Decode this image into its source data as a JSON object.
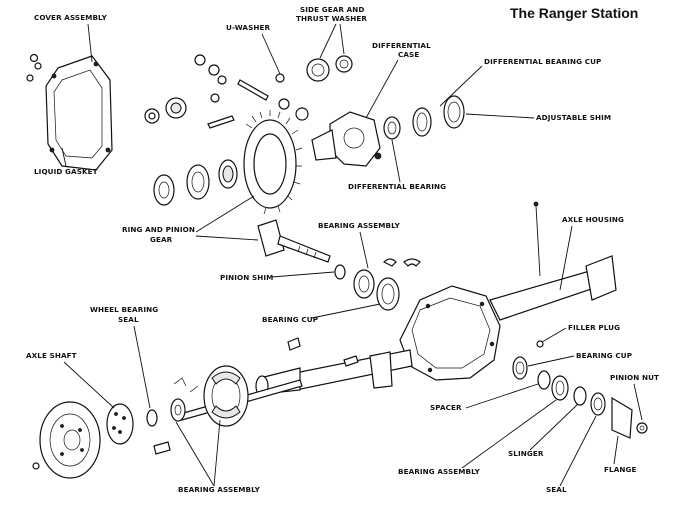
{
  "title": "The Ranger Station",
  "labels": {
    "cover_assembly": "COVER ASSEMBLY",
    "liquid_gasket": "LIQUID GASKET",
    "u_washer": "U-WASHER",
    "side_gear_line1": "SIDE GEAR AND",
    "side_gear_line2": "THRUST WASHER",
    "differential_case_line1": "DIFFERENTIAL",
    "differential_case_line2": "CASE",
    "differential_bearing_cup": "DIFFERENTIAL BEARING CUP",
    "adjustable_shim": "ADJUSTABLE SHIM",
    "differential_bearing": "DIFFERENTIAL BEARING",
    "ring_pinion_line1": "RING AND PINION",
    "ring_pinion_line2": "GEAR",
    "bearing_assembly_top": "BEARING ASSEMBLY",
    "axle_housing": "AXLE HOUSING",
    "pinion_shim": "PINION SHIM",
    "bearing_cup_left": "BEARING CUP",
    "wheel_bearing_seal_line1": "WHEEL BEARING",
    "wheel_bearing_seal_line2": "SEAL",
    "filler_plug": "FILLER PLUG",
    "axle_shaft": "AXLE SHAFT",
    "bearing_cup_right": "BEARING CUP",
    "pinion_nut": "PINION NUT",
    "spacer": "SPACER",
    "slinger": "SLINGER",
    "bearing_assembly_bottom_right": "BEARING ASSEMBLY",
    "flange": "FLANGE",
    "seal": "SEAL",
    "bearing_assembly_bottom_left": "BEARING ASSEMBLY"
  }
}
